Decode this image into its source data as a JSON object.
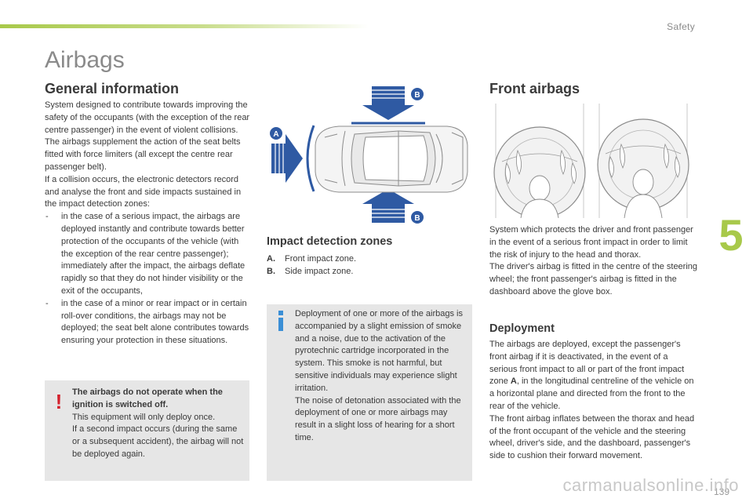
{
  "header": {
    "section": "Safety",
    "chapter_number": "5"
  },
  "page": {
    "title": "Airbags",
    "number": "139"
  },
  "general": {
    "heading": "General information",
    "intro": [
      "System designed to contribute towards improving the safety of the occupants (with the exception of the rear centre passenger) in the event of violent collisions. The airbags supplement the action of the seat belts fitted with force limiters (all except the centre rear passenger belt).",
      "If a collision occurs, the electronic detectors record and analyse the front and side impacts sustained in the impact detection zones:"
    ],
    "bullets": [
      "in the case of a serious impact, the airbags are deployed instantly and contribute towards better protection of the occupants of the vehicle (with the exception of the rear centre passenger); immediately after the impact, the airbags deflate rapidly so that they do not hinder visibility or the exit of the occupants,",
      "in the case of a minor or rear impact or in certain roll-over conditions, the airbags may not be deployed; the seat belt alone contributes towards ensuring your protection in these situations."
    ],
    "warning": {
      "icon": "exclamation-icon",
      "bold": "The airbags do not operate when the ignition is switched off.",
      "lines": [
        "This equipment will only deploy once.",
        "If a second impact occurs (during the same or a subsequent accident), the airbag will not be deployed again."
      ]
    }
  },
  "impact": {
    "heading": "Impact detection zones",
    "diagram_labels": {
      "a": "A",
      "b_top": "B",
      "b_bottom": "B"
    },
    "items": [
      {
        "label": "A.",
        "text": "Front impact zone."
      },
      {
        "label": "B.",
        "text": "Side impact zone."
      }
    ],
    "info": {
      "icon": "info-icon",
      "paragraphs": [
        "Deployment of one or more of the airbags is accompanied by a slight emission of smoke and a noise, due to the activation of the pyrotechnic cartridge incorporated in the system. This smoke is not harmful, but sensitive individuals may experience slight irritation.",
        "The noise of detonation associated with the deployment of one or more airbags may result in a slight loss of hearing for a short time."
      ]
    }
  },
  "front": {
    "heading": "Front airbags",
    "paragraphs": [
      "System which protects the driver and front passenger in the event of a serious front impact in order to limit the risk of injury to the head and thorax.",
      "The driver's airbag is fitted in the centre of the steering wheel; the front passenger's airbag is fitted in the dashboard above the glove box."
    ],
    "deployment": {
      "heading": "Deployment",
      "p1_before": "The airbags are deployed, except the passenger's front airbag if it is deactivated, in the event of a serious front impact to all or part of the front impact zone ",
      "p1_bold": "A",
      "p1_after": ", in the longitudinal centreline of the vehicle on a horizontal plane and directed from the front to the rear of the vehicle.",
      "p2": "The front airbag inflates between the thorax and head of the front occupant of the vehicle and the steering wheel, driver's side, and the dashboard, passenger's side to cushion their forward movement."
    }
  },
  "watermark": "carmanualsonline.info"
}
